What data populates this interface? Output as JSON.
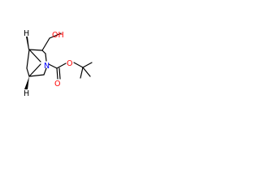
{
  "molecule": {
    "atoms": {
      "hydroxyl": "OH",
      "amide_nitrogen": "N",
      "ester_oxygen": "O",
      "carbonyl_oxygen": "O",
      "bridge_h_top": "H",
      "bridge_h_bottom": "H"
    },
    "colors": {
      "bond": "#000000",
      "oxygen": "#ff0000",
      "nitrogen": "#0000ff"
    }
  }
}
